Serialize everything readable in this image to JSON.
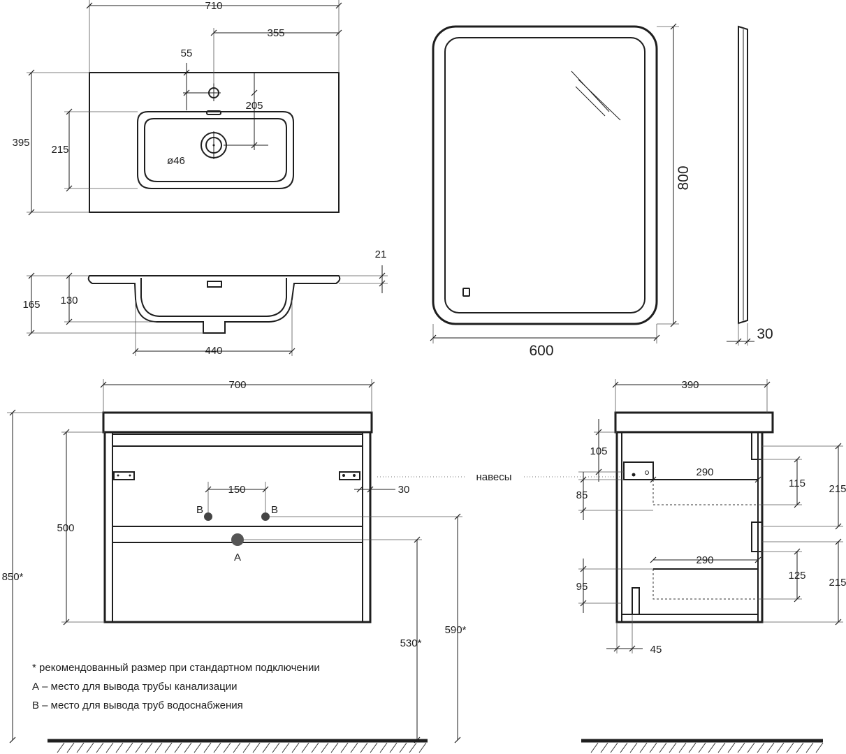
{
  "top_view": {
    "overall_width": "710",
    "half_width": "355",
    "tap_hole_offset": "55",
    "drain_offset": "205",
    "drain_diameter": "ø46",
    "overall_depth": "395",
    "bowl_depth": "215"
  },
  "section_view": {
    "slab_thickness": "21",
    "total_height": "165",
    "bowl_height": "130",
    "bowl_width": "440"
  },
  "mirror": {
    "height": "800",
    "width": "600",
    "depth": "30"
  },
  "front_view": {
    "width": "700",
    "body_height": "500",
    "total_height": "850*",
    "hole_spacing": "150",
    "hanger_offset": "30",
    "drain_height": "530*",
    "supply_height": "590*",
    "label_b_left": "B",
    "label_b_right": "B",
    "label_a": "A",
    "hangers_label": "навесы"
  },
  "side_view": {
    "depth": "390",
    "top_gap": "105",
    "upper_drawer_depth": "290",
    "upper_drawer_height": "115",
    "upper_front": "215",
    "middle_gap": "85",
    "lower_drawer_depth": "290",
    "lower_drawer_height": "125",
    "lower_front": "215",
    "bottom_gap": "95",
    "plinth": "45"
  },
  "notes": [
    "* рекомендованный размер при стандартном подключении",
    "А – место для вывода трубы канализации",
    "В – место для вывода труб водоснабжения"
  ]
}
